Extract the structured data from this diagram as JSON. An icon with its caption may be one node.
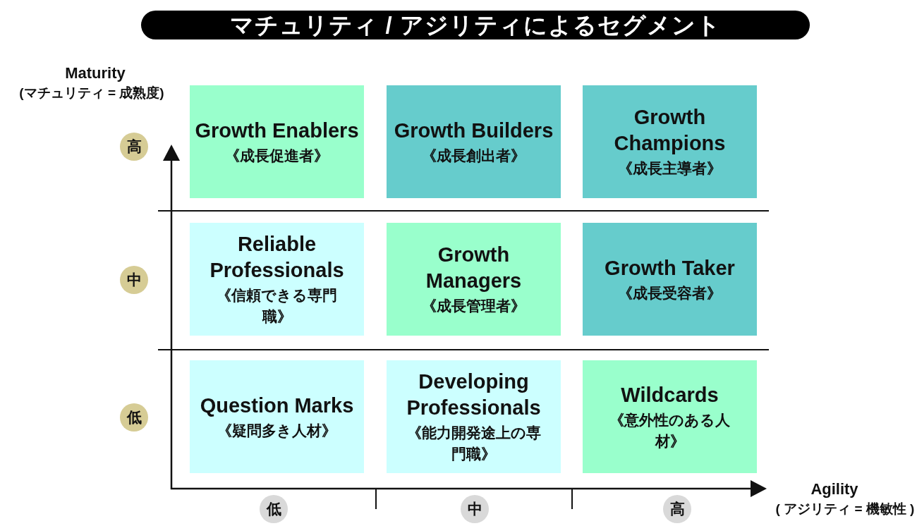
{
  "diagram": {
    "title": "マチュリティ / アジリティによるセグメント",
    "nodes": [
      {
        "text": [
          "Growth Enablers",
          "《成長促進者》"
        ]
      },
      {
        "text": [
          "Growth Builders",
          "《成長創出者》"
        ]
      },
      {
        "text": [
          "Growth Champions",
          "《成長主導者》"
        ]
      },
      {
        "text": [
          "Reliable Professionals",
          "《信頼できる専門職》"
        ]
      },
      {
        "text": [
          "Growth Managers",
          "《成長管理者》"
        ]
      },
      {
        "text": [
          "Growth Taker",
          "《成長受容者》"
        ]
      },
      {
        "text": [
          "Question Marks",
          "《疑問多き人材》"
        ]
      },
      {
        "text": [
          "Developing Professionals",
          "《能力開発途上の専門職》"
        ]
      },
      {
        "text": [
          "Wildcards",
          "《意外性のある人材》"
        ]
      }
    ],
    "edges": [],
    "labels": [
      "Maturity",
      "(マチュリティ = 成熟度)",
      "高",
      "中",
      "低",
      "Agility",
      "( アジリティ = 機敏性 )",
      "低",
      "中",
      "高"
    ]
  }
}
